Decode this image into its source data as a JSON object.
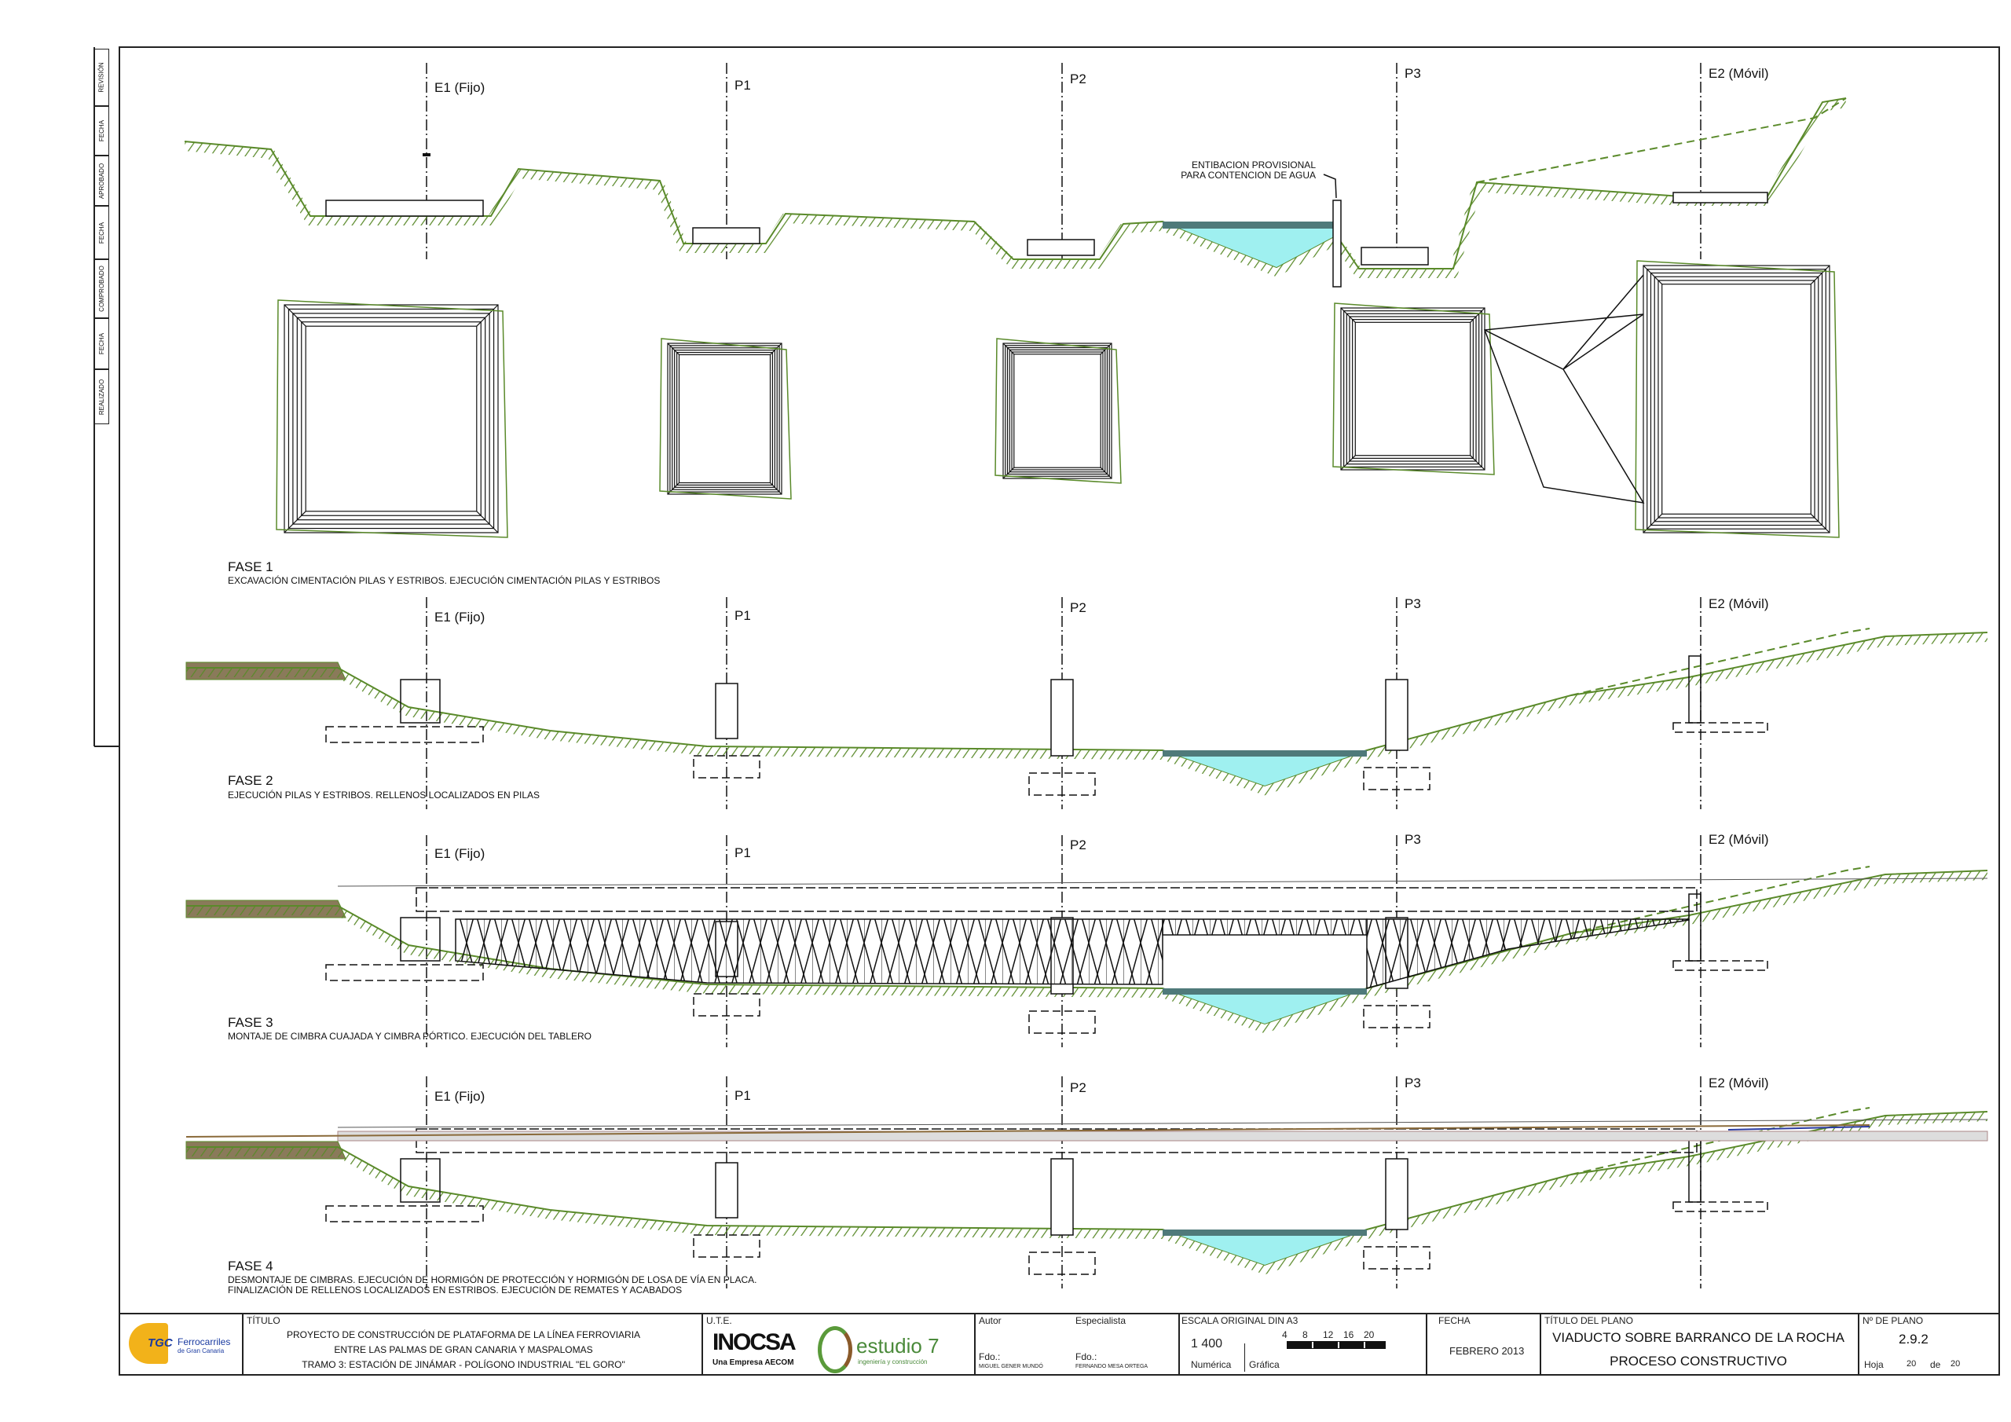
{
  "revision_strip": [
    "REVISIÓN",
    "FECHA",
    "APROBADO",
    "FECHA",
    "COMPROBADO",
    "FECHA",
    "REALIZADO"
  ],
  "axes": [
    "E1 (Fijo)",
    "P1",
    "P2",
    "P3",
    "E2 (Móvil)"
  ],
  "annotation": [
    "ENTIBACION PROVISIONAL",
    "PARA CONTENCION DE AGUA"
  ],
  "phases": [
    {
      "title": "FASE 1",
      "desc": [
        "EXCAVACIÓN CIMENTACIÓN PILAS Y ESTRIBOS. EJECUCIÓN CIMENTACIÓN PILAS Y ESTRIBOS"
      ]
    },
    {
      "title": "FASE 2",
      "desc": [
        "EJECUCIÓN PILAS Y ESTRIBOS. RELLENOS LOCALIZADOS EN PILAS"
      ]
    },
    {
      "title": "FASE 3",
      "desc": [
        "MONTAJE DE CIMBRA CUAJADA Y CIMBRA PÓRTICO. EJECUCIÓN DEL TABLERO"
      ]
    },
    {
      "title": "FASE 4",
      "desc": [
        "DESMONTAJE DE CIMBRAS. EJECUCIÓN DE HORMIGÓN DE PROTECCIÓN Y HORMIGÓN DE LOSA DE VÍA EN PLACA.",
        "FINALIZACIÓN DE RELLENOS LOCALIZADOS EN ESTRIBOS. EJECUCIÓN DE REMATES Y ACABADOS"
      ]
    }
  ],
  "title_block": {
    "client_logo": {
      "abbr": "TGC",
      "name": "Ferrocarriles",
      "sub": "de Gran Canaria"
    },
    "titulo_label": "TÍTULO",
    "titulo_lines": [
      "PROYECTO DE CONSTRUCCIÓN DE PLATAFORMA DE LA LÍNEA FERROVIARIA",
      "ENTRE LAS PALMAS DE GRAN CANARIA Y MASPALOMAS",
      "TRAMO 3: ESTACIÓN DE JINÁMAR - POLÍGONO INDUSTRIAL \"EL GORO\""
    ],
    "ute_label": "U.T.E.",
    "ute_logo1": "INOCSA",
    "ute_logo1_sub": "Una Empresa AECOM",
    "ute_logo2": "estudio 7",
    "ute_logo2_sub": "ingeniería y construcción",
    "autor_label": "Autor",
    "autor_fdo": "Fdo.:",
    "autor_name": "MIGUEL GENER MUNDÓ",
    "esp_label": "Especialista",
    "esp_fdo": "Fdo.:",
    "esp_name": "FERNANDO MESA ORTEGA",
    "escala_label": "ESCALA ORIGINAL DIN A3",
    "escala_num": "1 400",
    "escala_ticks": [
      "4",
      "8",
      "12",
      "16",
      "20"
    ],
    "numerica": "Numérica",
    "grafica": "Gráfica",
    "fecha_label": "FECHA",
    "fecha": "FEBRERO 2013",
    "plano_label": "TÍTULO DEL PLANO",
    "plano_title": "VIADUCTO SOBRE BARRANCO DE LA ROCHA",
    "plano_sub": "PROCESO CONSTRUCTIVO",
    "num_label": "Nº DE PLANO",
    "num": "2.9.2",
    "hoja": "Hoja",
    "hoja_n": "20",
    "de": "de",
    "hoja_total": "20"
  },
  "colors": {
    "ground": "#5a8a2a",
    "water": "#9ff0f0",
    "water_top": "#4f7a7a",
    "fill": "#8a7a5a"
  }
}
